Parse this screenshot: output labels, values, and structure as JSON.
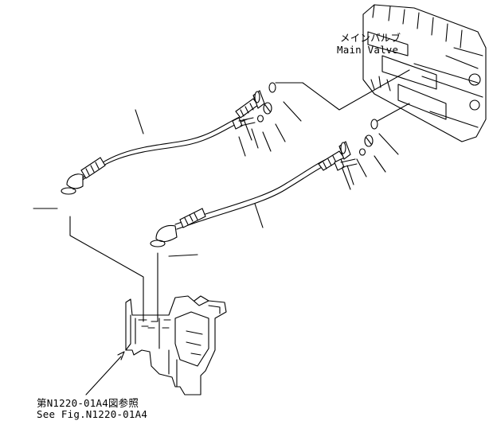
{
  "labels": {
    "main_valve_jp": "メインバルブ",
    "main_valve_en": "Main Valve",
    "see_fig_jp": "第N1220-01A4図参照",
    "see_fig_en": "See Fig.N1220-01A4"
  }
}
